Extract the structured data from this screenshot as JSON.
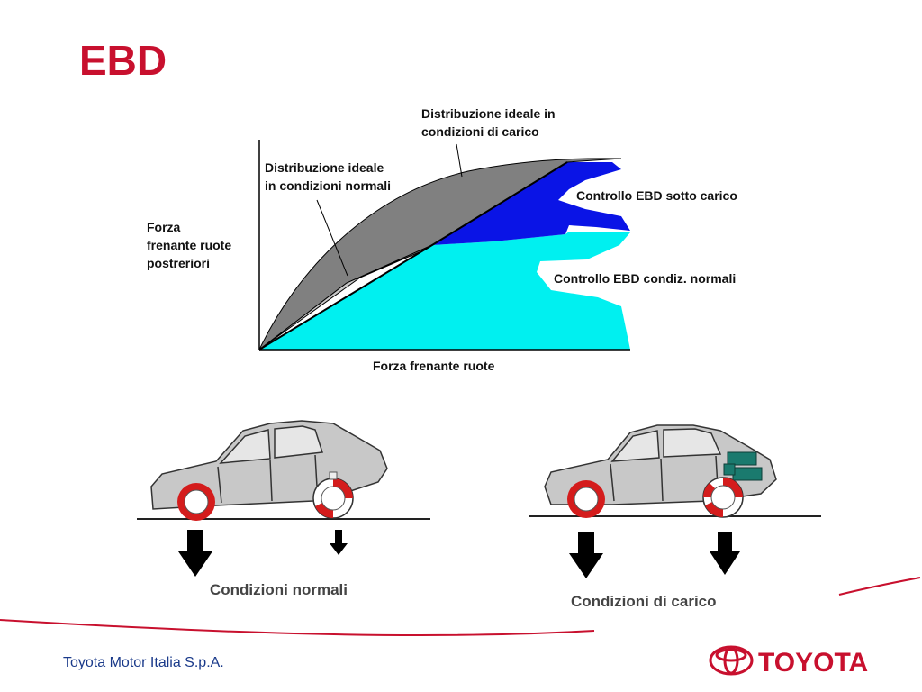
{
  "slide": {
    "title": "EBD",
    "footer_company": "Toyota Motor Italia S.p.A.",
    "brand_wordmark": "TOYOTA",
    "accent_color": "#c8102e"
  },
  "graph": {
    "y_label": [
      "Forza",
      "frenante ruote",
      "postreriori"
    ],
    "x_label": "Forza frenante ruote",
    "curve_load_label": [
      "Distribuzione ideale in",
      "condizioni di carico"
    ],
    "curve_normal_label": [
      "Distribuzione ideale",
      "in condizioni normali"
    ],
    "region_load_label": "Controllo EBD sotto carico",
    "region_normal_label": "Controllo EBD condiz. normali",
    "colors": {
      "load_curve": "#808080",
      "normal_curve": "#c0c0c0",
      "ebd_load": "#0a14e6",
      "ebd_normal": "#00f0f0"
    }
  },
  "scenes": {
    "normal_caption": "Condizioni normali",
    "load_caption": "Condizioni di carico"
  }
}
